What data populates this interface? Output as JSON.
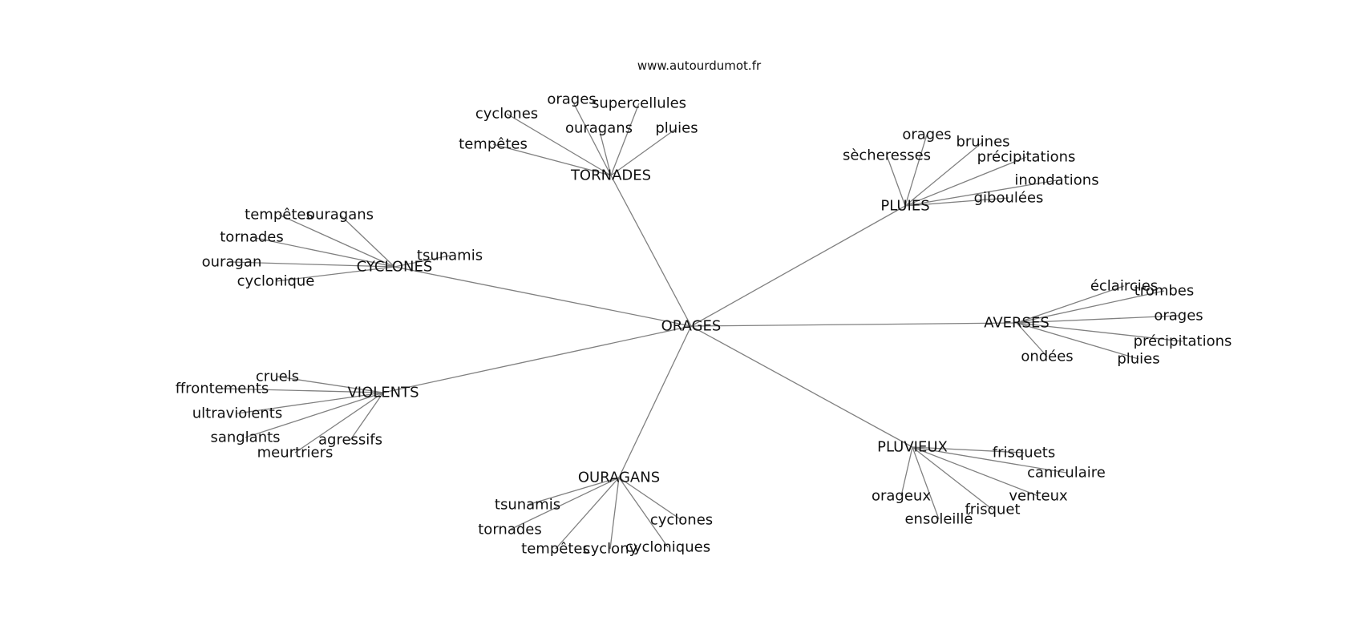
{
  "header": {
    "site": "www.autourdumot.fr"
  },
  "graph": {
    "center": "ORAGES",
    "clusters": [
      {
        "hub": "TORNADES",
        "leaves": [
          "orages",
          "supercellules",
          "cyclones",
          "ouragans",
          "pluies",
          "tempêtes"
        ]
      },
      {
        "hub": "PLUIES",
        "leaves": [
          "orages",
          "bruines",
          "sècheresses",
          "précipitations",
          "inondations",
          "giboulées"
        ]
      },
      {
        "hub": "CYCLONES",
        "leaves": [
          "tempêtes",
          "ouragans",
          "tornades",
          "tsunamis",
          "ouragan",
          "cyclonique"
        ]
      },
      {
        "hub": "AVERSES",
        "leaves": [
          "éclaircies",
          "trombes",
          "orages",
          "précipitations",
          "ondées",
          "pluies"
        ]
      },
      {
        "hub": "VIOLENTS",
        "leaves": [
          "cruels",
          "ffrontements",
          "ultraviolents",
          "sanglants",
          "agressifs",
          "meurtriers"
        ]
      },
      {
        "hub": "PLUVIEUX",
        "leaves": [
          "frisquets",
          "caniculaire",
          "venteux",
          "orageux",
          "frisquet",
          "ensoleillé"
        ]
      },
      {
        "hub": "OURAGANS",
        "leaves": [
          "tsunamis",
          "tornades",
          "cyclones",
          "tempêtes",
          "cyclony",
          "cycloniques"
        ]
      }
    ]
  }
}
